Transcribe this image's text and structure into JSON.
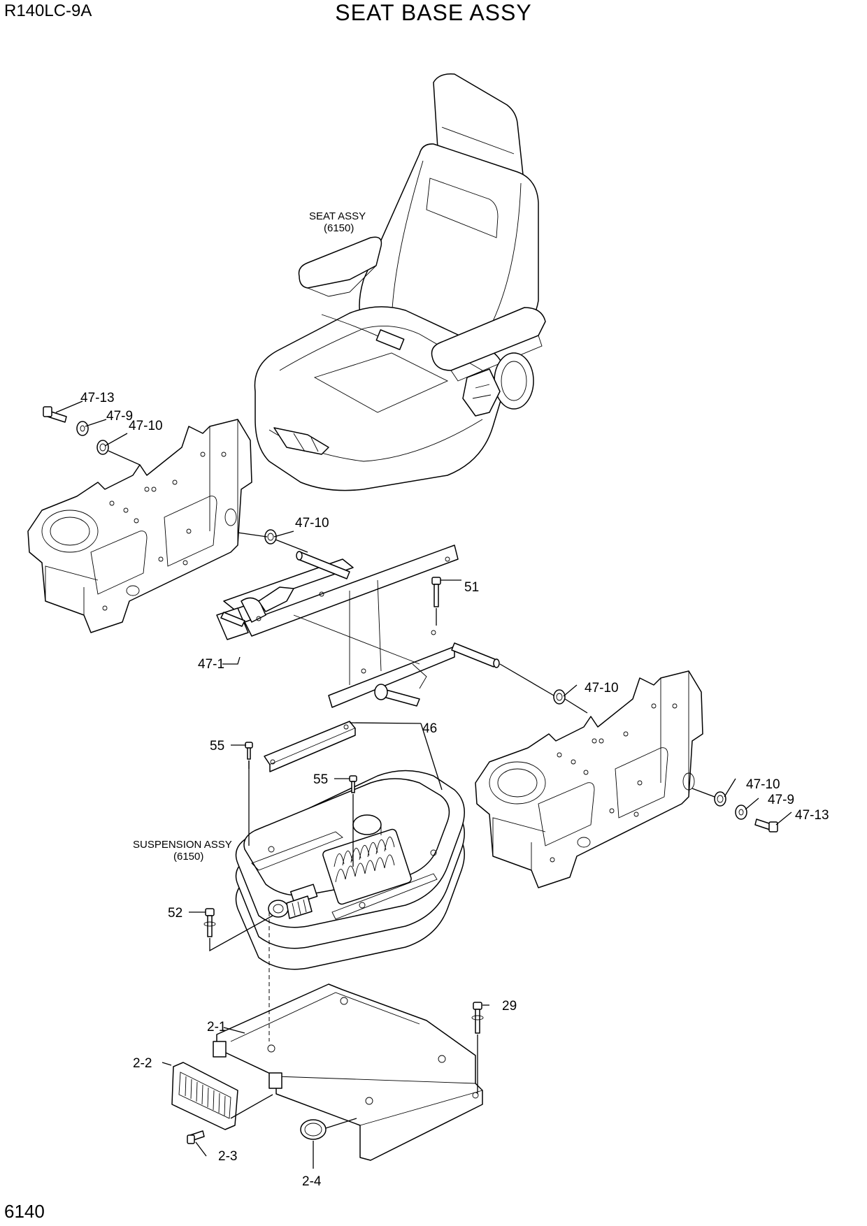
{
  "header": {
    "model": "R140LC-9A",
    "title": "SEAT BASE ASSY",
    "page": "6140"
  },
  "notes": {
    "seat_assy": {
      "name": "SEAT ASSY",
      "ref": "(6150)"
    },
    "suspension_assy": {
      "name": "SUSPENSION ASSY",
      "ref": "(6150)"
    }
  },
  "callouts": {
    "c_47_13_a": "47-13",
    "c_47_9_a": "47-9",
    "c_47_10_a": "47-10",
    "c_47_10_b": "47-10",
    "c_51": "51",
    "c_47_1": "47-1",
    "c_47_10_c": "47-10",
    "c_46": "46",
    "c_55_a": "55",
    "c_55_b": "55",
    "c_47_10_d": "47-10",
    "c_47_9_b": "47-9",
    "c_47_13_b": "47-13",
    "c_52": "52",
    "c_2_1": "2-1",
    "c_29": "29",
    "c_2_2": "2-2",
    "c_2_3": "2-3",
    "c_2_4": "2-4"
  }
}
